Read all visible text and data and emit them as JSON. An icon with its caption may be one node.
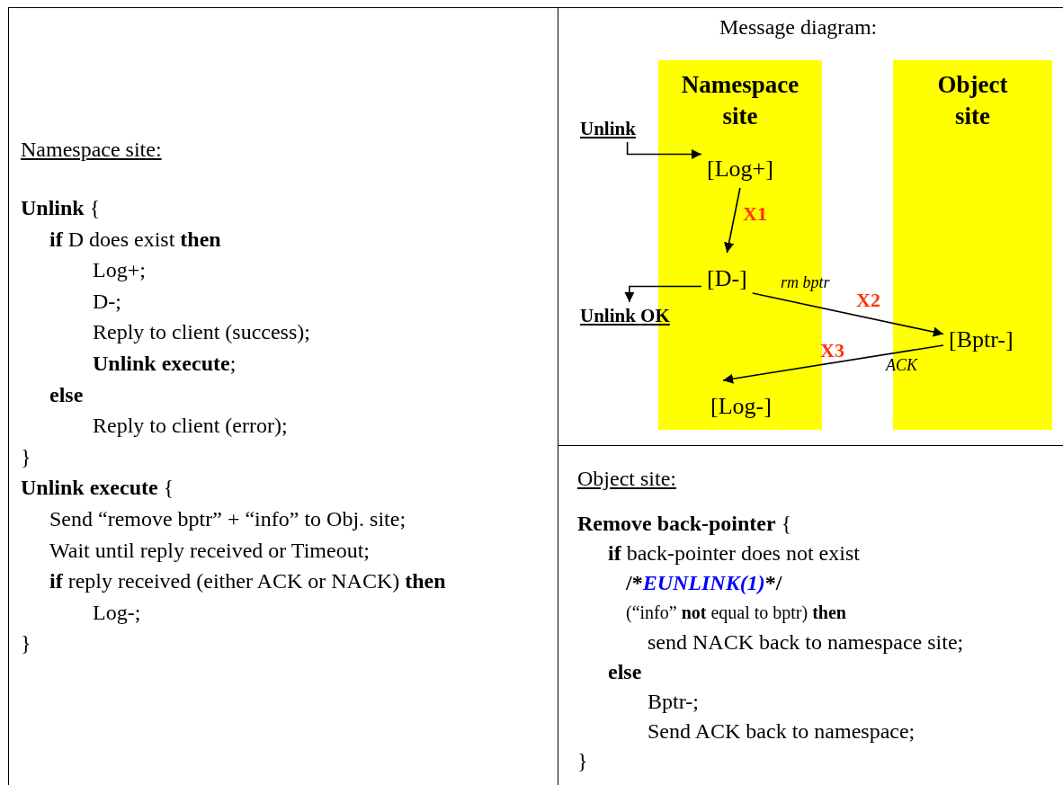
{
  "diagram": {
    "title": "Message diagram:",
    "nodes": [
      {
        "text": [
          "Namespace site"
        ]
      },
      {
        "text": [
          "Object site"
        ]
      },
      {
        "text": [
          "Unlink"
        ]
      },
      {
        "text": [
          "[Log+]"
        ],
        "in": 0
      },
      {
        "text": [
          "[D-]"
        ],
        "in": 0
      },
      {
        "text": [
          "Unlink OK"
        ]
      },
      {
        "text": [
          "[Bptr-]"
        ],
        "in": 1
      },
      {
        "text": [
          "[Log-]"
        ],
        "in": 0
      }
    ],
    "edges": [
      {
        "from": 2,
        "to": 3,
        "arrow": "to"
      },
      {
        "from": 3,
        "to": 4,
        "arrow": "to",
        "label": "X1"
      },
      {
        "from": 4,
        "to": 5,
        "arrow": "to"
      },
      {
        "from": 4,
        "to": 6,
        "arrow": "to",
        "label": "X2"
      },
      {
        "from": 6,
        "to": 7,
        "arrow": "to",
        "label": "X3"
      }
    ],
    "labels": [
      "Namespace site:",
      "**Unlink** {",
      "**if** D does exist **then**",
      "Log+;",
      "D-;",
      "Reply to client (success);",
      "**Unlink execute**;",
      "**else**",
      "Reply to client (error);",
      "}",
      "**Unlink execute** {",
      "Send “remove bptr” + “info” to Obj. site;",
      "Wait until reply received or Timeout;",
      "**if** reply received (either ACK or NACK) **then**",
      "Log-;",
      "}",
      "rm bptr",
      "ACK",
      "Object site:",
      "**Remove back-pointer** {",
      "**if** back-pointer does not exist",
      "/*",
      "EUNLINK(1)",
      "*/",
      "(“info” **not** equal to bptr) **then**",
      "send NACK back to namespace site;",
      "**else**",
      "Bptr-;",
      "Send ACK back to namespace;",
      "}"
    ]
  }
}
